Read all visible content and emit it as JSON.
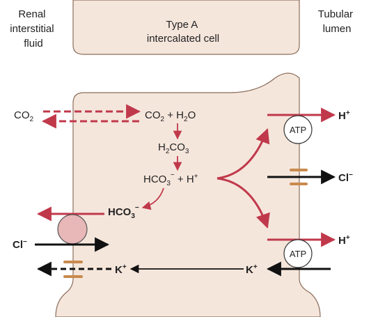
{
  "labels": {
    "left_header": [
      "Renal",
      "interstitial",
      "fluid"
    ],
    "cell_title": [
      "Type A",
      "intercalated cell"
    ],
    "right_header": [
      "Tubular",
      "lumen"
    ],
    "atp": "ATP"
  },
  "species": {
    "co2_left": {
      "base": "CO",
      "sub": "2"
    },
    "co2": {
      "base": "CO",
      "sub": "2"
    },
    "h2o": {
      "pre": "H",
      "sub": "2",
      "post": "O"
    },
    "h2co3": {
      "pre": "H",
      "sub1": "2",
      "mid": "CO",
      "sub2": "3"
    },
    "hco3": {
      "base": "HCO",
      "sub": "3",
      "sup": "−"
    },
    "h_plus": {
      "base": "H",
      "sup": "+"
    },
    "cl_minus": {
      "base": "Cl",
      "sup": "−"
    },
    "k_plus": {
      "base": "K",
      "sup": "+"
    },
    "plus": "+"
  },
  "colors": {
    "cell_fill": "#f5e6dc",
    "cell_stroke": "#8a6d5a",
    "arrow_red": "#c0394b",
    "arrow_black": "#111111",
    "channel_orange": "#c98a4e",
    "exchanger_fill": "#e8b7b7"
  }
}
